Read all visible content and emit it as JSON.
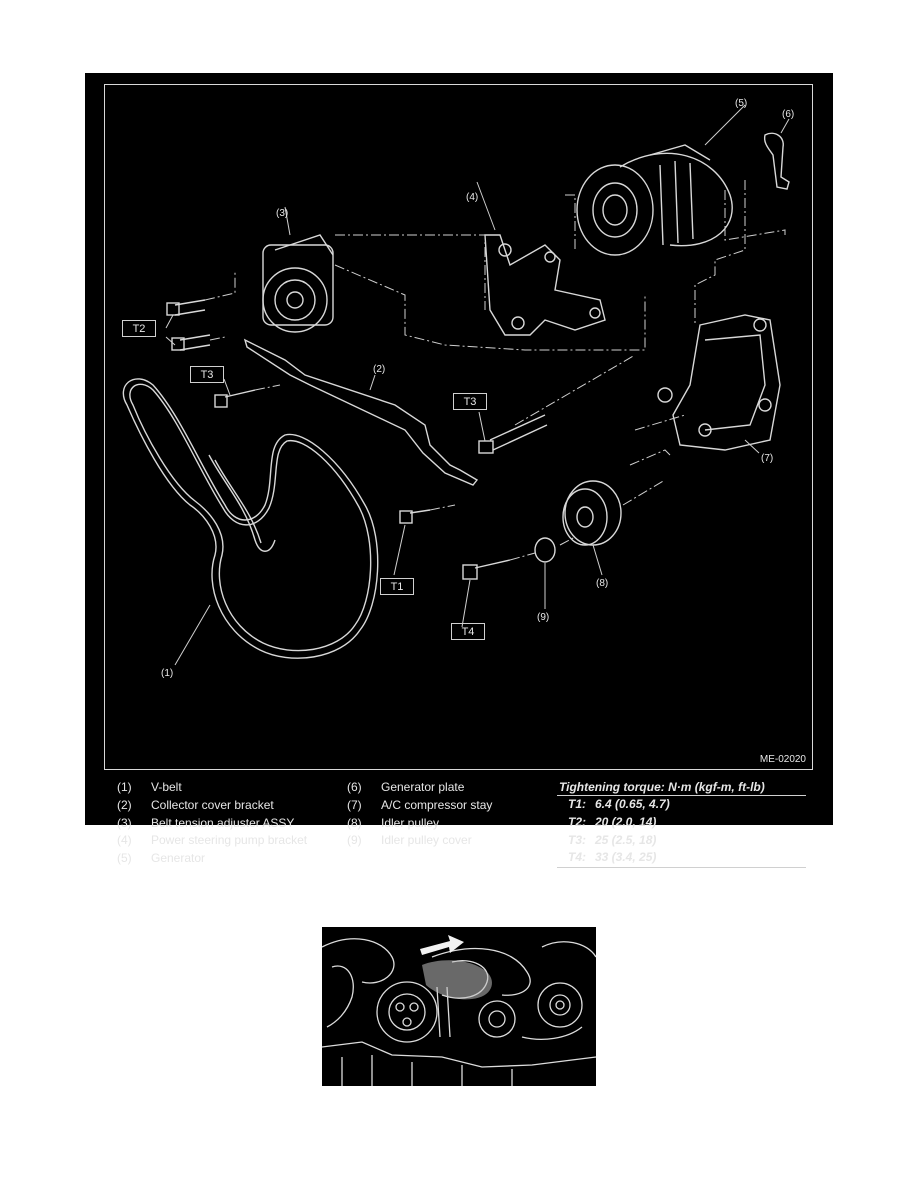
{
  "diagram": {
    "callouts": [
      "(1)",
      "(2)",
      "(3)",
      "(4)",
      "(5)",
      "(6)",
      "(7)",
      "(8)",
      "(9)"
    ],
    "torque_tags": [
      "T1",
      "T2",
      "T3",
      "T3",
      "T4"
    ],
    "figure_id": "ME-02020"
  },
  "legend": {
    "left": [
      {
        "num": "(1)",
        "name": "V-belt"
      },
      {
        "num": "(2)",
        "name": "Collector cover bracket"
      },
      {
        "num": "(3)",
        "name": "Belt tension adjuster ASSY"
      },
      {
        "num": "(4)",
        "name": "Power steering pump bracket"
      },
      {
        "num": "(5)",
        "name": "Generator"
      }
    ],
    "right": [
      {
        "num": "(6)",
        "name": "Generator plate"
      },
      {
        "num": "(7)",
        "name": "A/C compressor stay"
      },
      {
        "num": "(8)",
        "name": "Idler pulley"
      },
      {
        "num": "(9)",
        "name": "Idler pulley cover"
      }
    ]
  },
  "torque": {
    "heading": "Tightening torque: N·m (kgf-m, ft-lb)",
    "rows": [
      {
        "key": "T1:",
        "value": "6.4 (0.65, 4.7)"
      },
      {
        "key": "T2:",
        "value": "20 (2.0, 14)"
      },
      {
        "key": "T3:",
        "value": "25 (2.5, 18)"
      },
      {
        "key": "T4:",
        "value": "33 (3.4, 25)"
      }
    ]
  }
}
